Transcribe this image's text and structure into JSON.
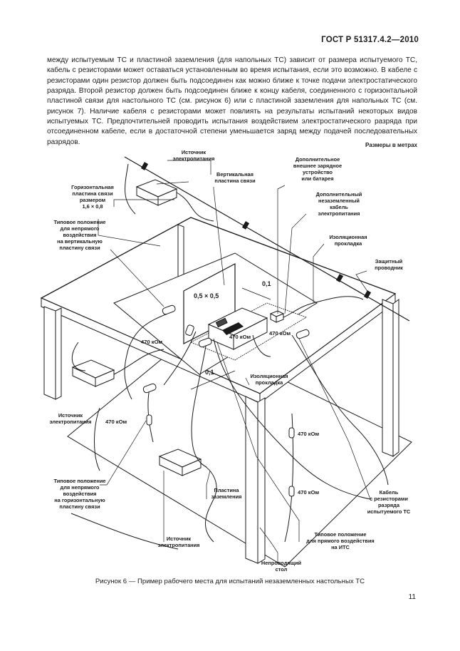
{
  "header": {
    "standard_number": "ГОСТ Р 51317.4.2—2010"
  },
  "body": {
    "paragraph": "между испытуемым ТС и пластиной заземления (для напольных ТС) зависит от размера испытуемого ТС, кабель с резисторами может оставаться установленным во время испытания, если это возможно. В кабеле с резисторами один резистор должен быть подсоединен как можно ближе к точке подачи электростатического разряда. Второй резистор должен быть подсоединен ближе к концу кабеля, соединенного с горизонтальной пластиной связи для настольного ТС (см. рисунок 6) или с пластиной заземления для напольных ТС (см. рисунок 7). Наличие кабеля с резисторами может повлиять на результаты испытаний некоторых видов испытуемых ТС. Предпочтительней проводить испытания воздействием электростатического разряда при отсоединенном кабеле, если в достаточной степени уменьшается заряд между подачей последовательных разрядов."
  },
  "figure": {
    "units_note": "Размеры в метрах",
    "labels": {
      "power_source_top": [
        "Источник",
        "электропитания"
      ],
      "power_source_left": [
        "Источник",
        "электропитания"
      ],
      "power_source_bottom": [
        "Источник",
        "электропитания"
      ],
      "horizontal_plate": [
        "Горизонтальная",
        "пластина связи",
        "размером",
        "1,6 × 0,8"
      ],
      "indirect_vertical": [
        "Типовое положение",
        "для непрямого",
        "воздействия",
        "на вертикальную",
        "пластину связи"
      ],
      "vertical_plate": [
        "Вертикальная",
        "пластина связи"
      ],
      "optional_charger": [
        "Дополнительное",
        "внешнее зарядное",
        "устройство",
        "или батарея"
      ],
      "optional_cable": [
        "Дополнительный",
        "незаземленный",
        "кабель",
        "электропитания"
      ],
      "insulating_pad_right": [
        "Изоляционная",
        "прокладка"
      ],
      "protective_conductor": [
        "Защитный",
        "проводник"
      ],
      "insulating_pad_center": [
        "Изоляционная",
        "прокладка"
      ],
      "indirect_horizontal": [
        "Типовое положение",
        "для непрямого",
        "воздействия",
        "на горизонтальную",
        "пластину связи"
      ],
      "ground_plate": [
        "Пластина",
        "заземления"
      ],
      "direct_positioning": [
        "Типовое положение",
        "для прямого воздействия",
        "на ИТС"
      ],
      "nonconductive_table": [
        "Непроводящий",
        "стол"
      ],
      "resistor_cable": [
        "Кабель",
        "с резисторами",
        "разряда",
        "испытуемого ТС"
      ]
    },
    "dimensions": {
      "vertical_plate_size": "0,5 × 0,5",
      "gap_top": "0,1",
      "gap_front": "0,1"
    },
    "resistors": {
      "r1": "470 кОм",
      "r2": "470 кОм",
      "r3": "470 кОм",
      "r4": "470 кОм",
      "r5": "470 кОм",
      "r6": "470 кОм"
    }
  },
  "caption": "Рисунок 6 — Пример рабочего места для испытаний незаземленных настольных ТС",
  "page_number": "11"
}
